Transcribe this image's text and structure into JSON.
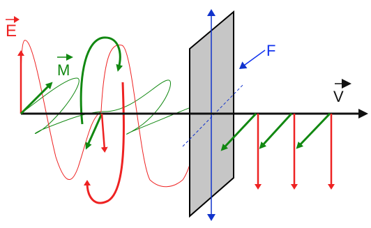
{
  "labels": {
    "e": "E",
    "m": "M",
    "f": "F",
    "v": "V"
  },
  "colors": {
    "electric": "#ee2222",
    "magnetic": "#118811",
    "axis": "#111111",
    "polarizer_fill": "#c6c6c6",
    "polarizer_edge": "#000000",
    "transmission_axis": "#1133cc",
    "f_pointer": "#1133ee"
  },
  "icons": {
    "propagation_arrow": "arrow-right-icon",
    "transmission_axis": "double-arrow-vertical-icon"
  }
}
